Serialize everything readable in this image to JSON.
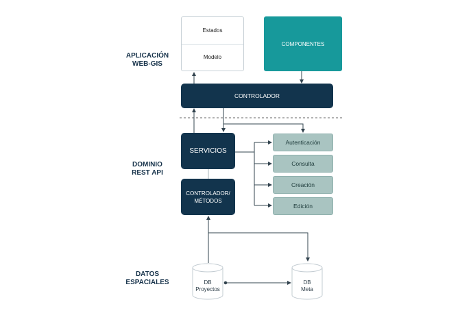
{
  "layers": {
    "app": "APLICACIÓN\nWEB-GIS",
    "api": "DOMINIO\nREST API",
    "data": "DATOS\nESPACIALES"
  },
  "nodes": {
    "estados": "Estados",
    "modelo": "Modelo",
    "componentes": "COMPONENTES",
    "controlador": "CONTROLADOR",
    "servicios": "SERVICIOS",
    "controlador_metodos": "CONTROLADOR/\nMÉTODOS",
    "autenticacion": "Autenticación",
    "consulta": "Consulta",
    "creacion": "Creación",
    "edicion": "Edición",
    "db_proyectos": "DB\nProyectos",
    "db_meta": "DB\nMeta"
  },
  "colors": {
    "dark": "#12344d",
    "teal": "#17999b",
    "sage": "#a9c4c1"
  }
}
